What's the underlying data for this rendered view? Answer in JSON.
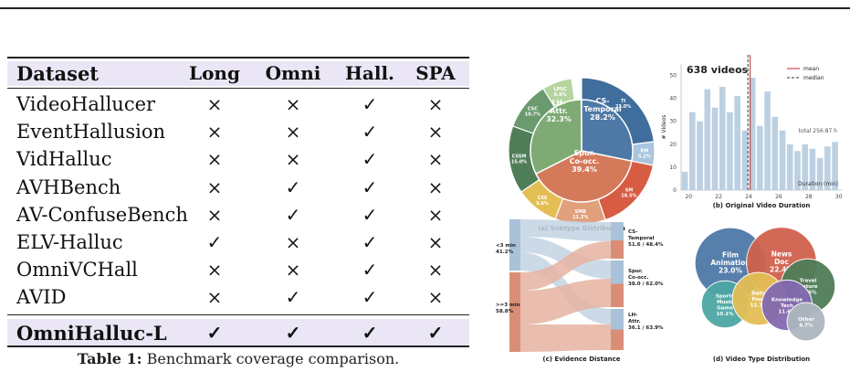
{
  "table": {
    "headers": [
      "Dataset",
      "Long",
      "Omni",
      "Hall.",
      "SPA"
    ],
    "rows": [
      {
        "name": "VideoHallucer",
        "cells": [
          "×",
          "×",
          "✓",
          "×"
        ]
      },
      {
        "name": "EventHallusion",
        "cells": [
          "×",
          "×",
          "✓",
          "×"
        ]
      },
      {
        "name": "VidHalluc",
        "cells": [
          "×",
          "×",
          "✓",
          "×"
        ]
      },
      {
        "name": "AVHBench",
        "cells": [
          "×",
          "✓",
          "✓",
          "×"
        ]
      },
      {
        "name": "AV-ConfuseBench",
        "cells": [
          "×",
          "✓",
          "✓",
          "×"
        ]
      },
      {
        "name": "ELV-Halluc",
        "cells": [
          "✓",
          "×",
          "✓",
          "×"
        ]
      },
      {
        "name": "OmniVCHall",
        "cells": [
          "×",
          "×",
          "✓",
          "×"
        ]
      },
      {
        "name": "AVID",
        "cells": [
          "×",
          "✓",
          "✓",
          "×"
        ]
      }
    ],
    "highlight_row": {
      "name": "OmniHalluc-L",
      "cells": [
        "✓",
        "✓",
        "✓",
        "✓"
      ]
    },
    "caption_label": "Table 1:",
    "caption_text": "Benchmark coverage comparison."
  },
  "chart_data": [
    {
      "type": "pie",
      "caption": "(a) Subtype Distribution",
      "inner": [
        {
          "label": "CS-Temporal",
          "pct": 28.2,
          "color": "#4e79a7"
        },
        {
          "label": "Spur. Co-occ.",
          "pct": 39.4,
          "color": "#d47a5b"
        },
        {
          "label": "LH-Attr.",
          "pct": 32.3,
          "color": "#7eaa73"
        }
      ],
      "outer": [
        {
          "label": "TI",
          "pct": 23.0,
          "color": "#3f6d9c"
        },
        {
          "label": "RM",
          "pct": 5.2,
          "color": "#a9c4dc"
        },
        {
          "label": "SM",
          "pct": 16.5,
          "color": "#d65c44"
        },
        {
          "label": "SMB",
          "pct": 11.2,
          "color": "#e0a07c"
        },
        {
          "label": "CSE",
          "pct": 9.6,
          "color": "#e3be55"
        },
        {
          "label": "CSSM",
          "pct": 15.0,
          "color": "#4f7d58"
        },
        {
          "label": "CSC",
          "pct": 10.7,
          "color": "#6a9a6e"
        },
        {
          "label": "LPSC",
          "pct": 6.6,
          "color": "#b5d59f"
        }
      ],
      "inner_labels": [
        "CS-",
        "Temporal",
        "28.2%",
        "Spur.",
        "Co-occ.",
        "39.4%",
        "LH-",
        "Attr.",
        "32.3%"
      ]
    },
    {
      "type": "bar",
      "caption": "(b) Original Video Duration",
      "title": "638 videos",
      "xlabel": "Duration (min)",
      "ylabel": "# Videos",
      "xlim": [
        19.5,
        30.2
      ],
      "ylim": [
        0,
        55
      ],
      "xticks": [
        20,
        22,
        24,
        26,
        28,
        30
      ],
      "yticks": [
        0,
        10,
        20,
        30,
        40,
        50
      ],
      "bin_width": 0.5,
      "bins_x": [
        19.75,
        20.25,
        20.75,
        21.25,
        21.75,
        22.25,
        22.75,
        23.25,
        23.75,
        24.25,
        24.75,
        25.25,
        25.75,
        26.25,
        26.75,
        27.25,
        27.75,
        28.25,
        28.75,
        29.25,
        29.75
      ],
      "values": [
        8,
        34,
        30,
        44,
        36,
        45,
        34,
        41,
        26,
        49,
        28,
        43,
        32,
        26,
        20,
        17,
        20,
        18,
        14,
        19,
        21
      ],
      "mean": 24.1,
      "median": 23.95,
      "legend": [
        "mean",
        "median"
      ],
      "note": "total 256.87 h",
      "bar_color": "#bcd0e2"
    },
    {
      "type": "sankey",
      "caption": "(c) Evidence Distance",
      "left": [
        {
          "label": "<3 min",
          "pct": "41.2%"
        },
        {
          "label": ">=3 min",
          "pct": "58.8%"
        }
      ],
      "right": [
        {
          "label": "CS-Temporal",
          "split": "51.6 / 48.4%"
        },
        {
          "label": "Spur. Co-occ.",
          "split": "38.0 / 62.0%"
        },
        {
          "label": "LH-Attr.",
          "split": "36.1 / 63.9%"
        }
      ],
      "left_lines": [
        [
          "<3 min",
          "41.2%"
        ],
        [
          ">=3 min",
          "58.8%"
        ]
      ],
      "right_lines": [
        [
          "CS-",
          "Temporal",
          "51.6 / 48.4%"
        ],
        [
          "Spur.",
          "Co-occ.",
          "38.0 / 62.0%"
        ],
        [
          "LH-",
          "Attr.",
          "36.1 / 63.9%"
        ]
      ]
    },
    {
      "type": "bubble",
      "caption": "(d) Video Type Distribution",
      "items": [
        {
          "lines": [
            "Film",
            "Animation",
            "23.0%"
          ],
          "pct": 23.0,
          "color": "#4e79a7"
        },
        {
          "lines": [
            "News",
            "Doc",
            "22.4%"
          ],
          "pct": 22.4,
          "color": "#d0624d"
        },
        {
          "lines": [
            "Travel",
            "Nature",
            "13.5%"
          ],
          "pct": 13.5,
          "color": "#4f7d58"
        },
        {
          "lines": [
            "Sports",
            "Music",
            "Game",
            "10.1%"
          ],
          "pct": 10.1,
          "color": "#4ea7a4"
        },
        {
          "lines": [
            "Daily",
            "Food",
            "12.7%"
          ],
          "pct": 12.7,
          "color": "#e3be55"
        },
        {
          "lines": [
            "Knowledge",
            "Tech",
            "11.6%"
          ],
          "pct": 11.6,
          "color": "#8469b0"
        },
        {
          "lines": [
            "Other",
            "6.7%"
          ],
          "pct": 6.7,
          "color": "#adb6bf"
        }
      ]
    }
  ]
}
